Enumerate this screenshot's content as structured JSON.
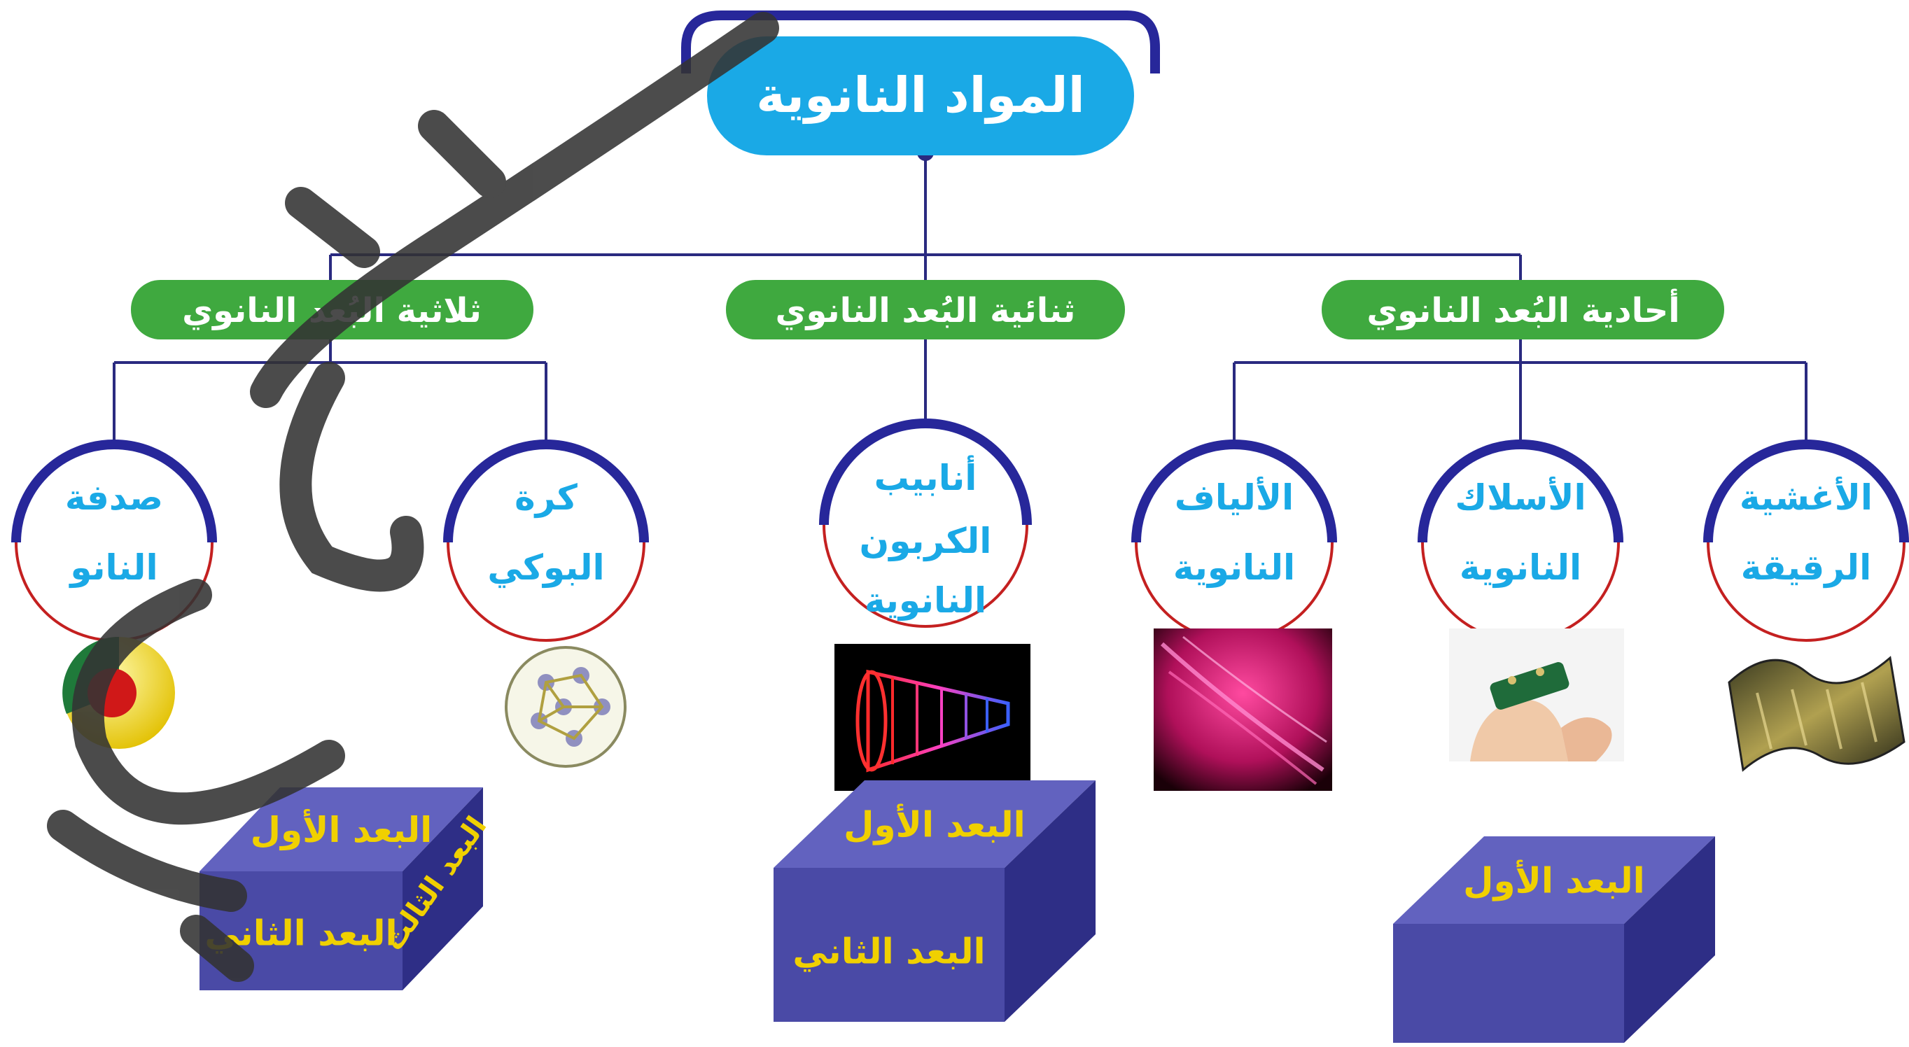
{
  "root": {
    "label": "المواد النانوية"
  },
  "branches": [
    {
      "label": "أحادية البُعد النانوي",
      "items": [
        {
          "lines": [
            "الأغشية",
            "الرقيقة"
          ],
          "image": "thin-film-sheet"
        },
        {
          "lines": [
            "الأسلاك",
            "النانوية"
          ],
          "image": "flexible-circuit-on-finger"
        },
        {
          "lines": [
            "الألياف",
            "النانوية"
          ],
          "image": "glowing-nanofibers"
        }
      ],
      "cube": {
        "first": "البعد الأول"
      }
    },
    {
      "label": "ثنائية البُعد النانوي",
      "items": [
        {
          "lines": [
            "أنابيب",
            "الكربون",
            "النانوية"
          ],
          "image": "carbon-nanotube"
        }
      ],
      "cube": {
        "first": "البعد الأول",
        "second": "البعد الثاني"
      }
    },
    {
      "label": "ثلاثية البُعد النانوي",
      "items": [
        {
          "lines": [
            "كرة",
            "البوكي"
          ],
          "image": "buckyball"
        },
        {
          "lines": [
            "صدفة",
            "النانو"
          ],
          "image": "nanoshell"
        }
      ],
      "cube": {
        "first": "البعد الأول",
        "second": "البعد الثاني",
        "third": "البعد الثالث"
      }
    }
  ],
  "watermark": {
    "text": "حفوي"
  },
  "colors": {
    "root_fill": "#1aa9e6",
    "branch_fill": "#3fa93f",
    "connector": "#2a2a80",
    "circle_top": "#27279a",
    "circle_bottom": "#c42020",
    "item_text": "#1aa9e6",
    "cube_front": "#4a4aa6",
    "cube_top": "#6262bf",
    "cube_side": "#2e2e86",
    "cube_text": "#f0d000",
    "watermark": "#333333"
  }
}
